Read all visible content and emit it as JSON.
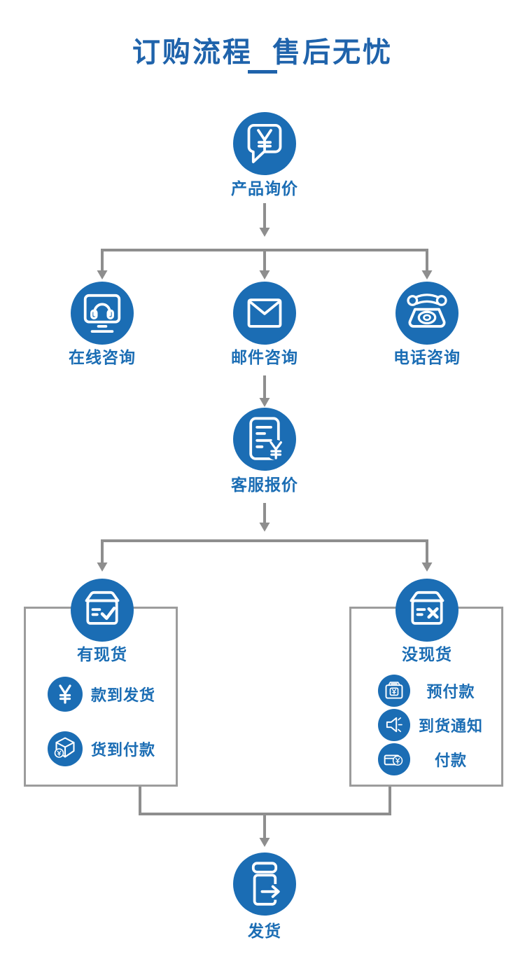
{
  "title": {
    "text": "订购流程  售后无忧"
  },
  "colors": {
    "primary": "#1b6db4",
    "title_text": "#1f63ab",
    "label_text": "#1b6db4",
    "connector": "#8e8e8e",
    "box_border": "#9c9c9c"
  },
  "flow": {
    "inquiry": {
      "label": "产品询价",
      "icon": "speech-bubble-yen"
    },
    "channels": [
      {
        "label": "在线咨询",
        "icon": "online-support"
      },
      {
        "label": "邮件咨询",
        "icon": "email-envelope"
      },
      {
        "label": "电话咨询",
        "icon": "telephone"
      }
    ],
    "quote": {
      "label": "客服报价",
      "icon": "quotation-document"
    },
    "in_stock": {
      "label": "有现货",
      "icon": "box-check",
      "items": [
        {
          "label": "款到发货",
          "icon": "yen-sign"
        },
        {
          "label": "货到付款",
          "icon": "package-yen"
        }
      ]
    },
    "out_of_stock": {
      "label": "没现货",
      "icon": "box-x",
      "items": [
        {
          "label": "预付款",
          "icon": "wallet-yen"
        },
        {
          "label": "到货通知",
          "icon": "megaphone"
        },
        {
          "label": "付款",
          "icon": "card-yen"
        }
      ]
    },
    "ship": {
      "label": "发货",
      "icon": "box-arrow-out"
    }
  }
}
